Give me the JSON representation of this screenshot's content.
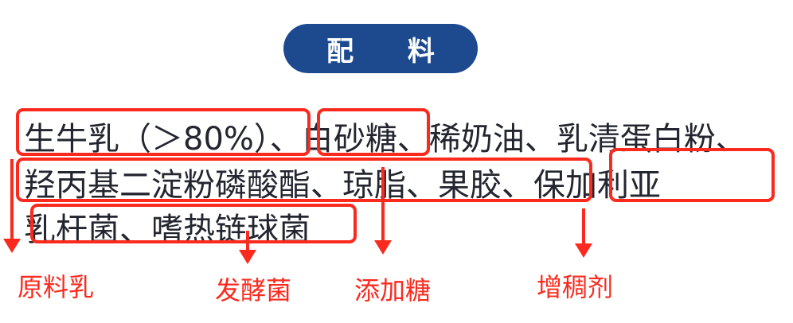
{
  "title": "配 料",
  "ingredients": {
    "line1": "生牛乳（＞80%）、白砂糖、稀奶油、乳清蛋白粉、",
    "line2": "羟丙基二淀粉磷酸酯、琼脂、果胶、保加利亚",
    "line3": "乳杆菌、嗜热链球菌"
  },
  "annotations": [
    {
      "label": "原料乳"
    },
    {
      "label": "发酵菌"
    },
    {
      "label": "添加糖"
    },
    {
      "label": "增稠剂"
    }
  ],
  "colors": {
    "title_bg": "#1d4a8e",
    "annotation": "#fb2a1e",
    "text": "#23262f"
  }
}
